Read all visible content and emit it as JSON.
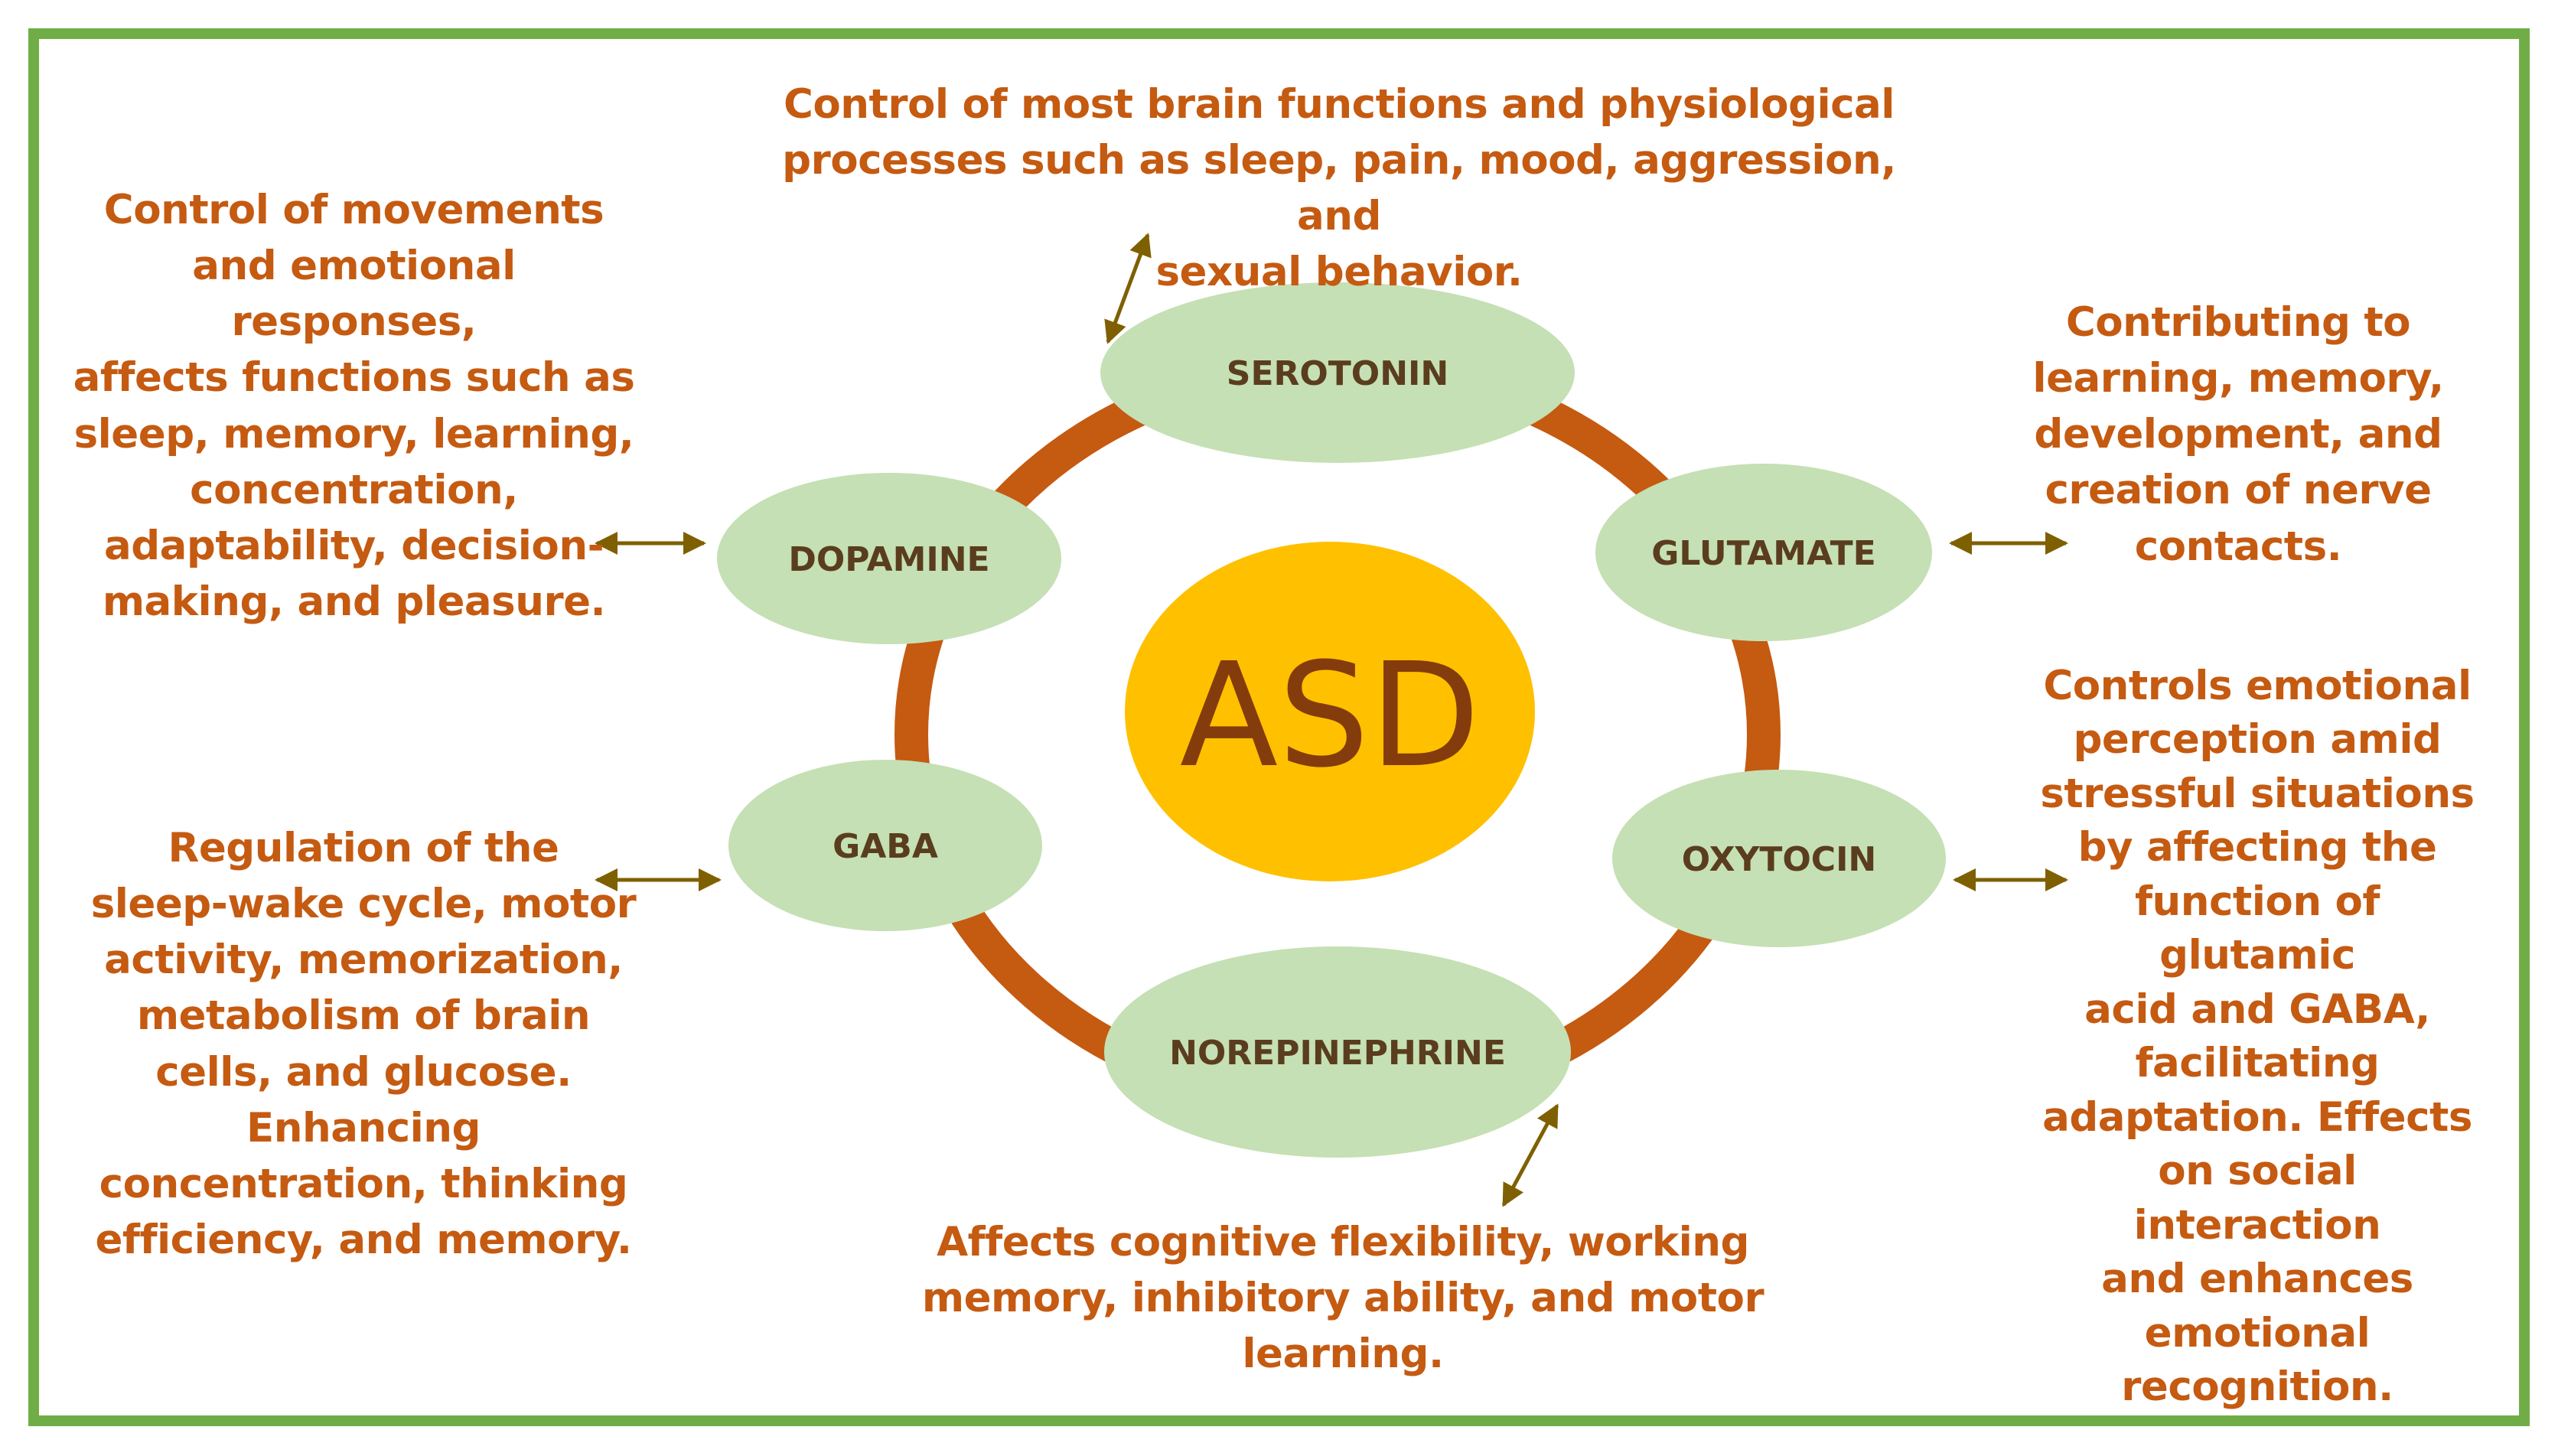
{
  "center": {
    "label": "ASD"
  },
  "nodes": {
    "serotonin": "SEROTONIN",
    "dopamine": "DOPAMINE",
    "glutamate": "GLUTAMATE",
    "gaba": "GABA",
    "oxytocin": "OXYTOCIN",
    "norepinephrine": "NOREPINEPHRINE"
  },
  "descriptions": {
    "serotonin": "Control of most brain functions and physiological\nprocesses such as sleep, pain, mood, aggression, and\nsexual behavior.",
    "dopamine": "Control of movements\nand emotional\nresponses,\naffects functions such as\nsleep, memory, learning,\nconcentration,\nadaptability, decision-\nmaking, and pleasure.",
    "glutamate": "Contributing to\nlearning, memory,\ndevelopment, and\ncreation of nerve\ncontacts.",
    "gaba": "Regulation of the\nsleep-wake cycle, motor\nactivity, memorization,\nmetabolism of brain\ncells, and glucose.\nEnhancing\nconcentration, thinking\nefficiency, and memory.",
    "oxytocin": "Controls emotional\nperception amid\nstressful situations\nby affecting the\nfunction of glutamic\nacid and GABA,\nfacilitating\nadaptation. Effects\non social interaction\nand enhances\nemotional\nrecognition.",
    "norepinephrine": "Affects cognitive flexibility, working\nmemory, inhibitory ability, and motor\nlearning."
  },
  "colors": {
    "frame": "#70ad47",
    "ring": "#c55a11",
    "node_fill": "#c5e0b4",
    "node_text": "#5a3d1e",
    "center_fill": "#ffc000",
    "center_text": "#843c0c",
    "description_text": "#c55a11",
    "arrow": "#7f6000"
  },
  "icons": {
    "connector": "double-headed-arrow-icon"
  }
}
